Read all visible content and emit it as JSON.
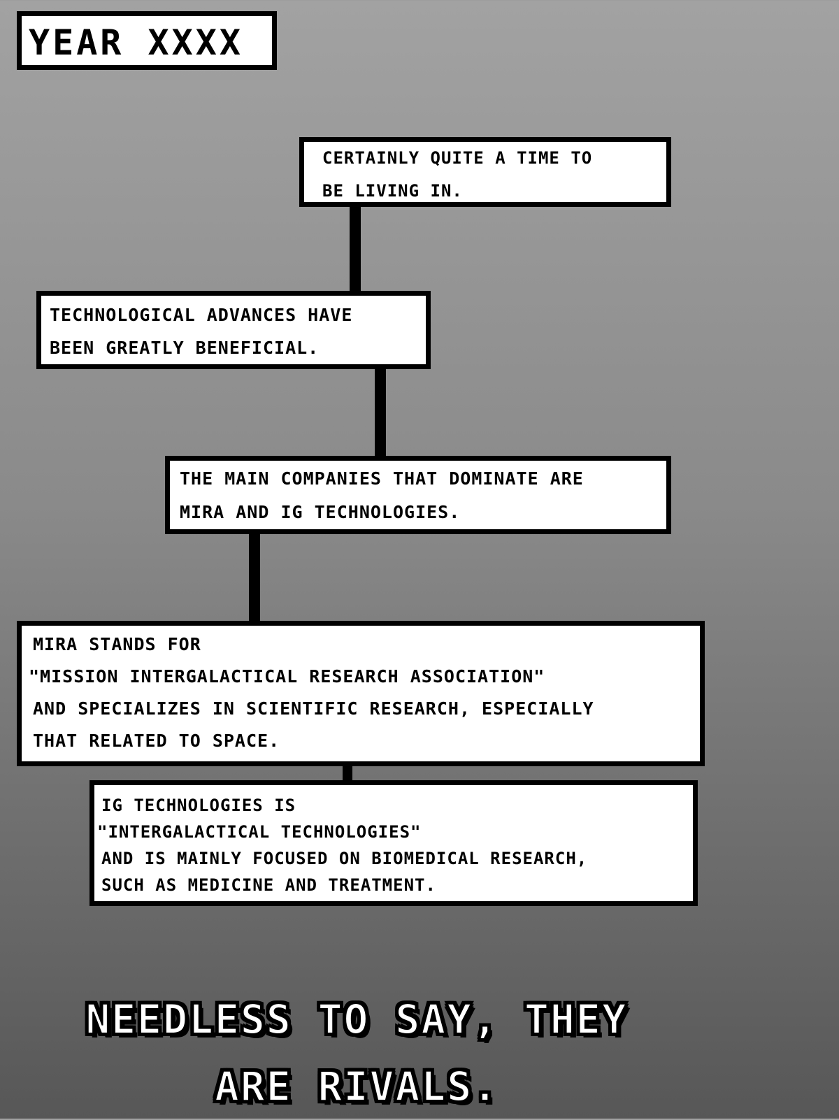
{
  "title": "YEAR XXXX",
  "boxes": [
    {
      "lines": [
        "CERTAINLY QUITE A TIME TO",
        "BE LIVING IN."
      ]
    },
    {
      "lines": [
        "TECHNOLOGICAL ADVANCES HAVE",
        "BEEN GREATLY BENEFICIAL."
      ]
    },
    {
      "lines": [
        "THE MAIN COMPANIES THAT DOMINATE ARE",
        "MIRA AND IG TECHNOLOGIES."
      ]
    },
    {
      "lines": [
        "MIRA STANDS FOR",
        "\"MISSION INTERGALACTICAL RESEARCH ASSOCIATION\"",
        "AND SPECIALIZES IN SCIENTIFIC RESEARCH, ESPECIALLY",
        "THAT RELATED TO SPACE."
      ]
    },
    {
      "lines": [
        "IG TECHNOLOGIES IS",
        "\"INTERGALACTICAL TECHNOLOGIES\"",
        "AND IS MAINLY FOCUSED ON BIOMEDICAL RESEARCH,",
        "SUCH AS MEDICINE AND TREATMENT."
      ]
    }
  ],
  "caption": {
    "line1": "NEEDLESS TO SAY, THEY",
    "line2": "ARE RIVALS."
  }
}
